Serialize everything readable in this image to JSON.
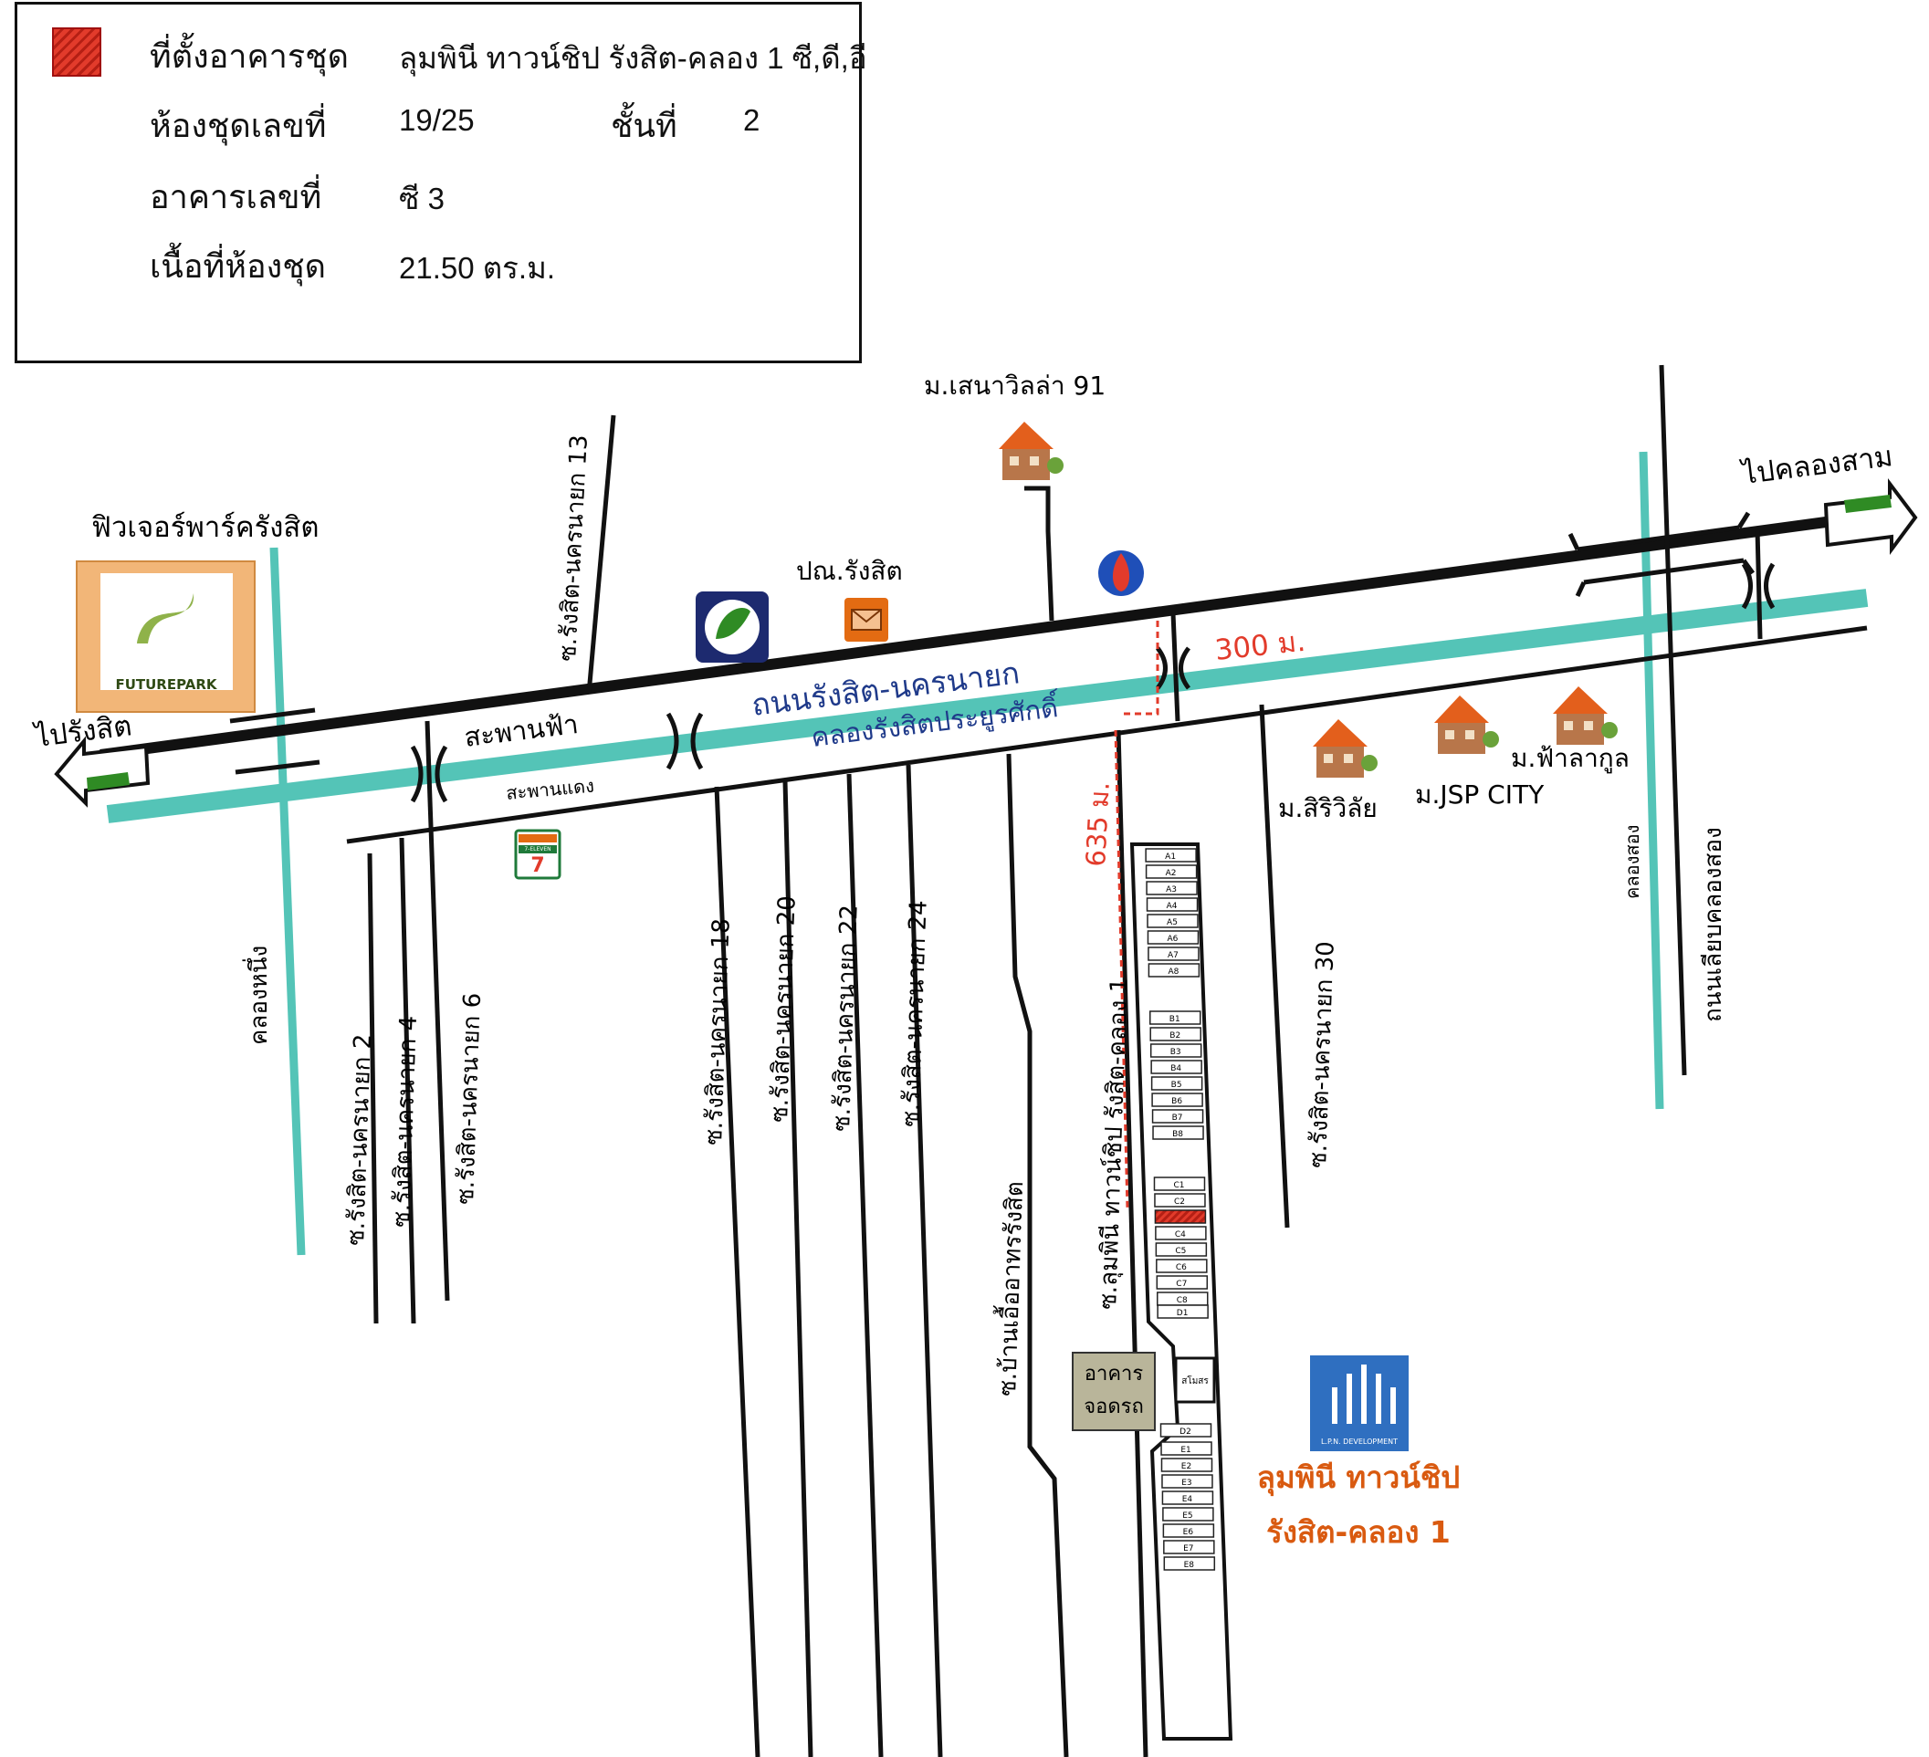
{
  "info": {
    "rows": [
      {
        "label": "ที่ตั้งอาคารชุด",
        "value": "ลุมพินี ทาวน์ชิป รังสิต-คลอง 1 ซี,ดี,อี"
      },
      {
        "label": "ห้องชุดเลขที่",
        "value": "19/25"
      },
      {
        "label": "อาคารเลขที่",
        "value": "ซี 3"
      },
      {
        "label": "เนื้อที่ห้องชุด",
        "value": "21.50 ตร.ม."
      }
    ],
    "floor_label": "ชั้นที่",
    "floor_value": "2",
    "swatch_color": "#e23b2b"
  },
  "map": {
    "main_road": "ถนนรังสิต-นครนายก",
    "canal_main": "คลองรังสิตประยูรศักดิ์",
    "to_left": "ไปรังสิต",
    "to_right": "ไปคลองสาม",
    "futurepark_label": "ฟิวเจอร์พาร์ครังสิต",
    "futurepark_logo_text": "FUTUREPARK",
    "post_office": "ปณ.รังสิต",
    "village_sena": "ม.เสนาวิลล่า 91",
    "village_siri": "ม.สิริวิลัย",
    "village_jsp": "ม.JSP CITY",
    "village_fah": "ม.ฟ้าลากูล",
    "bridge_sky": "สะพานฟ้า",
    "bridge_red": "สะพานแดง",
    "dist_300": "300 ม.",
    "dist_635": "635 ม.",
    "canal_1": "คลองหนึ่ง",
    "canal_2": "คลองสอง",
    "road_canal2": "ถนนเลียบคลองสอง",
    "soi_13": "ซ.รังสิต-นครนายก 13",
    "soi_2": "ซ.รังสิต-นครนายก 2",
    "soi_4": "ซ.รังสิต-นครนายก 4",
    "soi_6": "ซ.รังสิต-นครนายก 6",
    "soi_18": "ซ.รังสิต-นครนายก 18",
    "soi_20": "ซ.รังสิต-นครนายก 20",
    "soi_22": "ซ.รังสิต-นครนายก 22",
    "soi_24": "ซ.รังสิต-นครนายก 24",
    "soi_30": "ซ.รังสิต-นครนายก 30",
    "soi_baan": "ซ.บ้านเอื้ออาทรรังสิต",
    "soi_lumpini": "ซ.ลุมพินี ทาวน์ชิป รังสิต-คลอง 1",
    "parking_1": "อาคาร",
    "parking_2": "จอดรถ",
    "club": "สโมสร",
    "lumpini_1": "ลุมพินี ทาวน์ชิป",
    "lumpini_2": "รังสิต-คลอง 1",
    "lpn_logo_text": "L.P.N. DEVELOPMENT",
    "seven_label": "7-ELEVEN",
    "buildings": [
      "A1",
      "A2",
      "A3",
      "A4",
      "A5",
      "A6",
      "A7",
      "A8",
      "B1",
      "B2",
      "B3",
      "B4",
      "B5",
      "B6",
      "B7",
      "B8",
      "C1",
      "C2",
      "C3",
      "C4",
      "C5",
      "C6",
      "C7",
      "C8",
      "D1",
      "D2",
      "E1",
      "E2",
      "E3",
      "E4",
      "E5",
      "E6",
      "E7",
      "E8"
    ],
    "highlight_building": "C3",
    "colors": {
      "road": "#111111",
      "canal": "#54c4b7",
      "accent": "#e23b2b",
      "orange": "#e36b12",
      "lumpini": "#d95a10"
    }
  }
}
